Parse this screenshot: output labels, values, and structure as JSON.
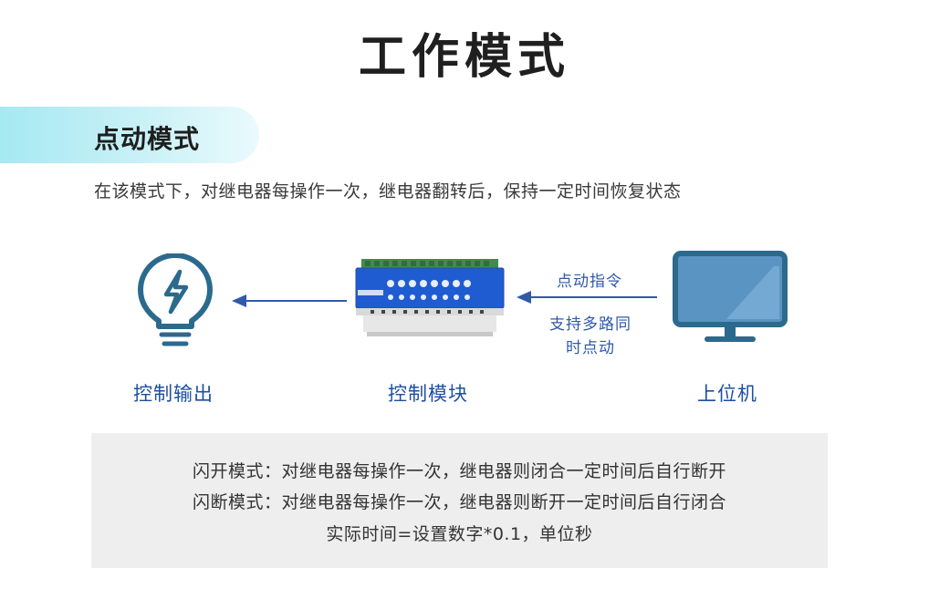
{
  "page": {
    "title": "工作模式"
  },
  "section": {
    "title": "点动模式",
    "description": "在该模式下，对继电器每操作一次，继电器翻转后，保持一定时间恢复状态"
  },
  "diagram": {
    "output_label": "控制输出",
    "module_label": "控制模块",
    "host_label": "上位机",
    "command_label": "点动指令",
    "multi_line1": "支持多路同",
    "multi_line2": "时点动",
    "icons": [
      "lightbulb-icon",
      "relay-module-icon",
      "monitor-icon",
      "arrow-left-icon"
    ],
    "accent_color": "#1d4f9e",
    "icon_color": "#2b6a8c"
  },
  "notes": {
    "line1": "闪开模式：对继电器每操作一次，继电器则闭合一定时间后自行断开",
    "line2": "闪断模式：对继电器每操作一次，继电器则断开一定时间后自行闭合",
    "line3": "实际时间=设置数字*0.1，单位秒"
  }
}
